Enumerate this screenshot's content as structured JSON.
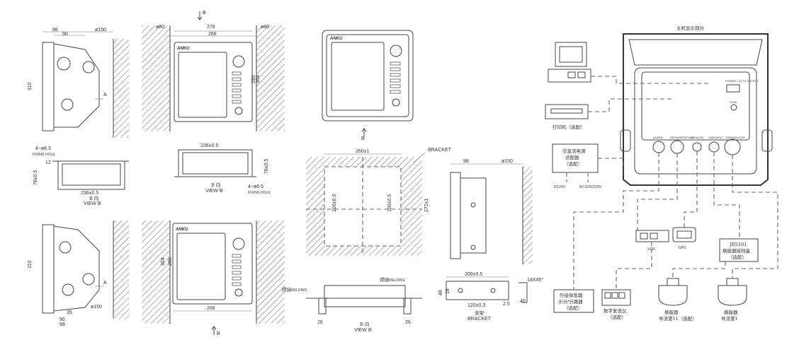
{
  "dims": {
    "d_150": "ø150",
    "d_98": "98",
    "d_90": "90",
    "d_310": "310",
    "d_35": "35",
    "d_80": "ø80",
    "d_278": "278",
    "d_268": "268",
    "d_304": "304",
    "d_280": "280",
    "d_236": "236±0.5",
    "d_4holes": "4−ø6.5",
    "fixing_hole": "FIXING HOLE",
    "d_12": "12",
    "d_78": "78±0.5",
    "d_260": "260±1",
    "d_100a": "100±0.5",
    "d_100b": "100±0.5",
    "d_272": "272±1",
    "d_200": "200±0.5",
    "d_120": "120±0.3",
    "d_48": "48",
    "d_18": "18",
    "d_2": "2.5",
    "d_40": "40",
    "d_14x45": "14X45°",
    "d_26": "26",
    "arrow_a": "A",
    "arrow_b": "B"
  },
  "labels": {
    "view_b_cn": "B 向",
    "view_b": "VIEW  B",
    "bracket": "BRACKET",
    "bracket_cn": "支架",
    "welding_cn": "焊接",
    "welding": "WELDING",
    "brand": "ANKU",
    "host_display": "主机显示部分",
    "printer": "打印机（选配）",
    "power_supply": "交直流电源\n适配器\n（选配）",
    "dc24": "DC24V",
    "ac": "AC110V/220V",
    "vgr": "VGR",
    "gps": "GPS",
    "external_display": "外接探鱼器\n示分/分路器\n（选配）",
    "digital_link": "数字复波仪\n（选配）",
    "junction": "JRS201\n换能器接线盒\n（选配）",
    "transducer1": "换能器\n导流罩11（选配）",
    "transducer2": "换能器\n导流罩1",
    "port1": "ALARM",
    "port2": "SENSOR/OPTION",
    "port3": "DATA/LAN",
    "port4": "LAN/INPUT",
    "port5": "TRANSDUCER",
    "panel_label": "POWER / CCTV OUTPUT",
    "fuse": "FUSE"
  }
}
